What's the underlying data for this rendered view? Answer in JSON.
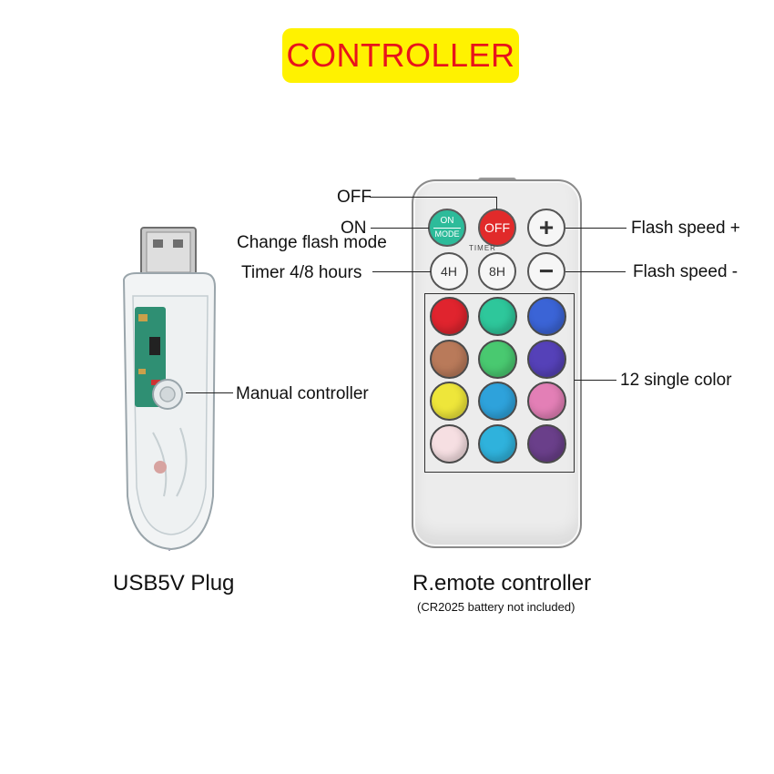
{
  "title": "CONTROLLER",
  "colors": {
    "title_bg": "#fff200",
    "title_text": "#e8141b"
  },
  "labels": {
    "off": "OFF",
    "on": "ON",
    "change_flash_mode": "Change flash mode",
    "timer": "Timer 4/8 hours",
    "flash_speed_plus": "Flash speed +",
    "flash_speed_minus": "Flash speed -",
    "single_color": "12 single color",
    "manual_controller": "Manual controller"
  },
  "captions": {
    "usb": "USB5V Plug",
    "remote": "R.emote controller",
    "battery_note": "(CR2025 battery not included)"
  },
  "remote": {
    "on_mode_top": "ON",
    "on_mode_bottom": "MODE",
    "off": "OFF",
    "plus": "+",
    "minus": "−",
    "timer_label": "TIMER",
    "h4": "4H",
    "h8": "8H",
    "color_buttons": [
      "#e0242e",
      "#2ec79b",
      "#3b64d6",
      "#b97a5a",
      "#49c970",
      "#5541b8",
      "#eee63a",
      "#2ea2db",
      "#e37fb6",
      "#f6dfe2",
      "#2fb2dc",
      "#6a3f8a"
    ]
  }
}
